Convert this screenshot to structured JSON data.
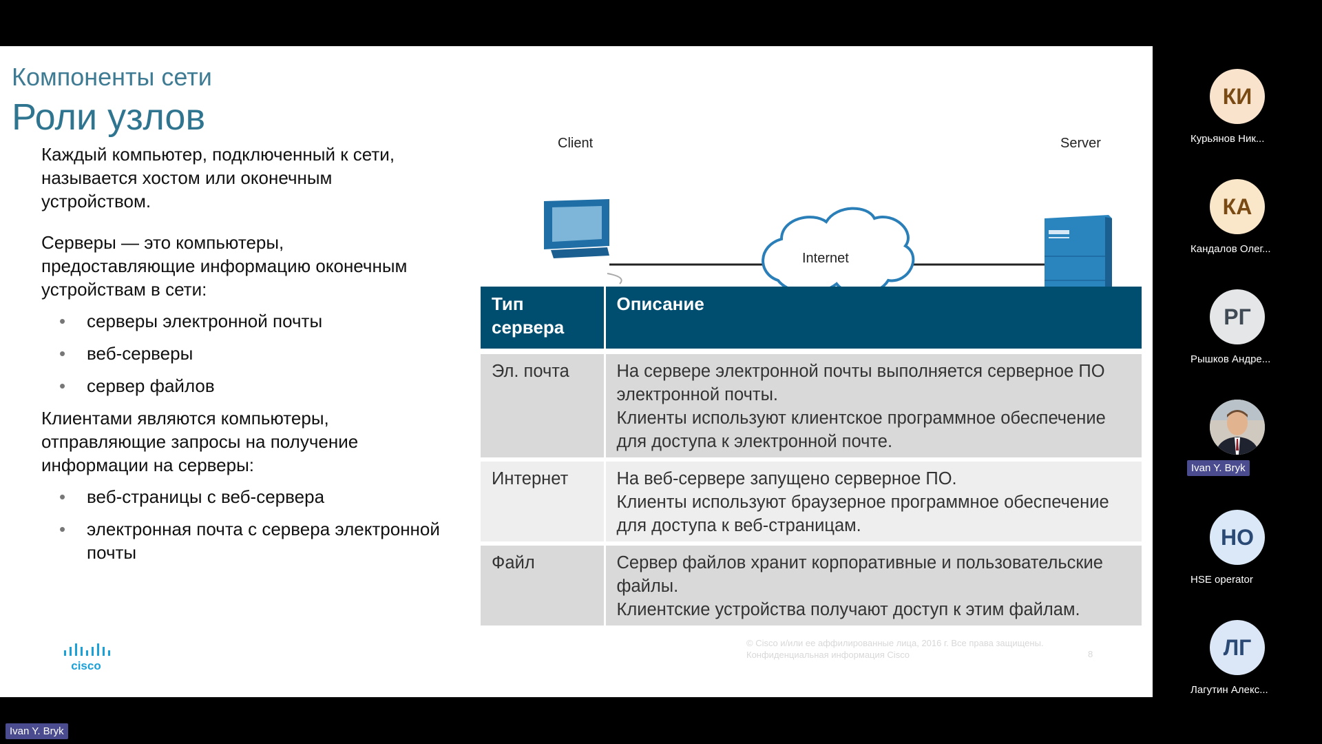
{
  "slide": {
    "section_title": "Компоненты сети",
    "title": "Роли узлов",
    "intro_text": "Каждый компьютер, подключенный к сети, называется хостом или оконечным устройством.",
    "servers_text": "Серверы — это компьютеры, предоставляющие информацию оконечным устройствам в сети:",
    "server_bullets": [
      "серверы электронной почты",
      "веб-серверы",
      "сервер файлов"
    ],
    "clients_text": "Клиентами являются компьютеры, отправляющие запросы на получение информации на серверы:",
    "client_bullets": [
      "веб-страницы с веб-сервера",
      "электронная почта с сервера электронной почты"
    ],
    "diagram": {
      "client_label": "Client",
      "server_label": "Server",
      "cloud_label": "Internet"
    },
    "table": {
      "headers": [
        "Тип сервера",
        "Описание"
      ],
      "rows": [
        {
          "type": "Эл. почта",
          "description": [
            "На сервере электронной почты выполняется серверное ПО электронной почты.",
            "Клиенты используют клиентское программное обеспечение для доступа к электронной почте."
          ]
        },
        {
          "type": "Интернет",
          "description": [
            "На веб-сервере запущено серверное ПО.",
            "Клиенты используют браузерное программное обеспечение для доступа к веб-страницам."
          ]
        },
        {
          "type": "Файл",
          "description": [
            "Сервер файлов хранит корпоративные и пользовательские файлы.",
            "Клиентские устройства получают доступ к этим файлам."
          ]
        }
      ]
    },
    "footer": {
      "copyright_line1": "© Cisco и/или ее аффилированные лица, 2016 г. Все права защищены.",
      "copyright_line2": "Конфиденциальная информация Cisco",
      "page_number": "8"
    },
    "logo_text": "cisco"
  },
  "participants": [
    {
      "initials": "КИ",
      "name": "Курьянов Ник...",
      "color": "#f9e3cc",
      "text_color": "#7a4a14"
    },
    {
      "initials": "КА",
      "name": "Кандалов Олег...",
      "color": "#fae6c8",
      "text_color": "#7a4a14"
    },
    {
      "initials": "РГ",
      "name": "Рышков Андре...",
      "color": "#e4e6e8",
      "text_color": "#3f4a55"
    },
    {
      "initials": "",
      "name": "Ivan Y. Bryk",
      "color": "#d7d3cc",
      "text_color": "#333"
    },
    {
      "initials": "НО",
      "name": "HSE operator",
      "color": "#dbe8f7",
      "text_color": "#2a4a75"
    },
    {
      "initials": "ЛГ",
      "name": "Лагутин Алекс...",
      "color": "#dbe7f6",
      "text_color": "#2a4a75"
    }
  ],
  "self_view_name": "Ivan Y. Bryk"
}
